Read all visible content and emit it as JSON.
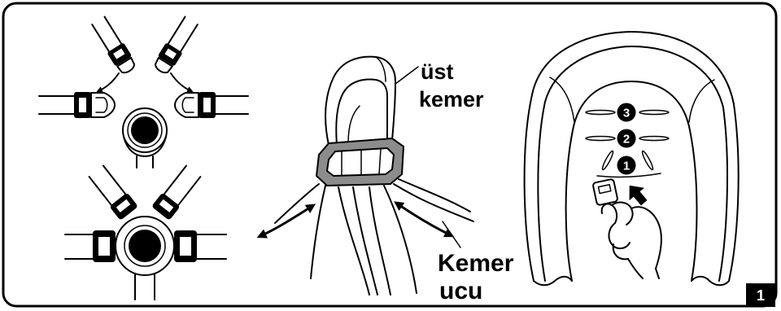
{
  "figure": {
    "labels": {
      "upper_belt": [
        "üst",
        "kemer"
      ],
      "belt_end": [
        "Kemer",
        "ucu"
      ]
    },
    "harness_slots": [
      "3",
      "2",
      "1"
    ],
    "page_number": "1"
  },
  "colors": {
    "ink": "#000000",
    "collar": "#8c8c8c",
    "background": "#ffffff"
  }
}
